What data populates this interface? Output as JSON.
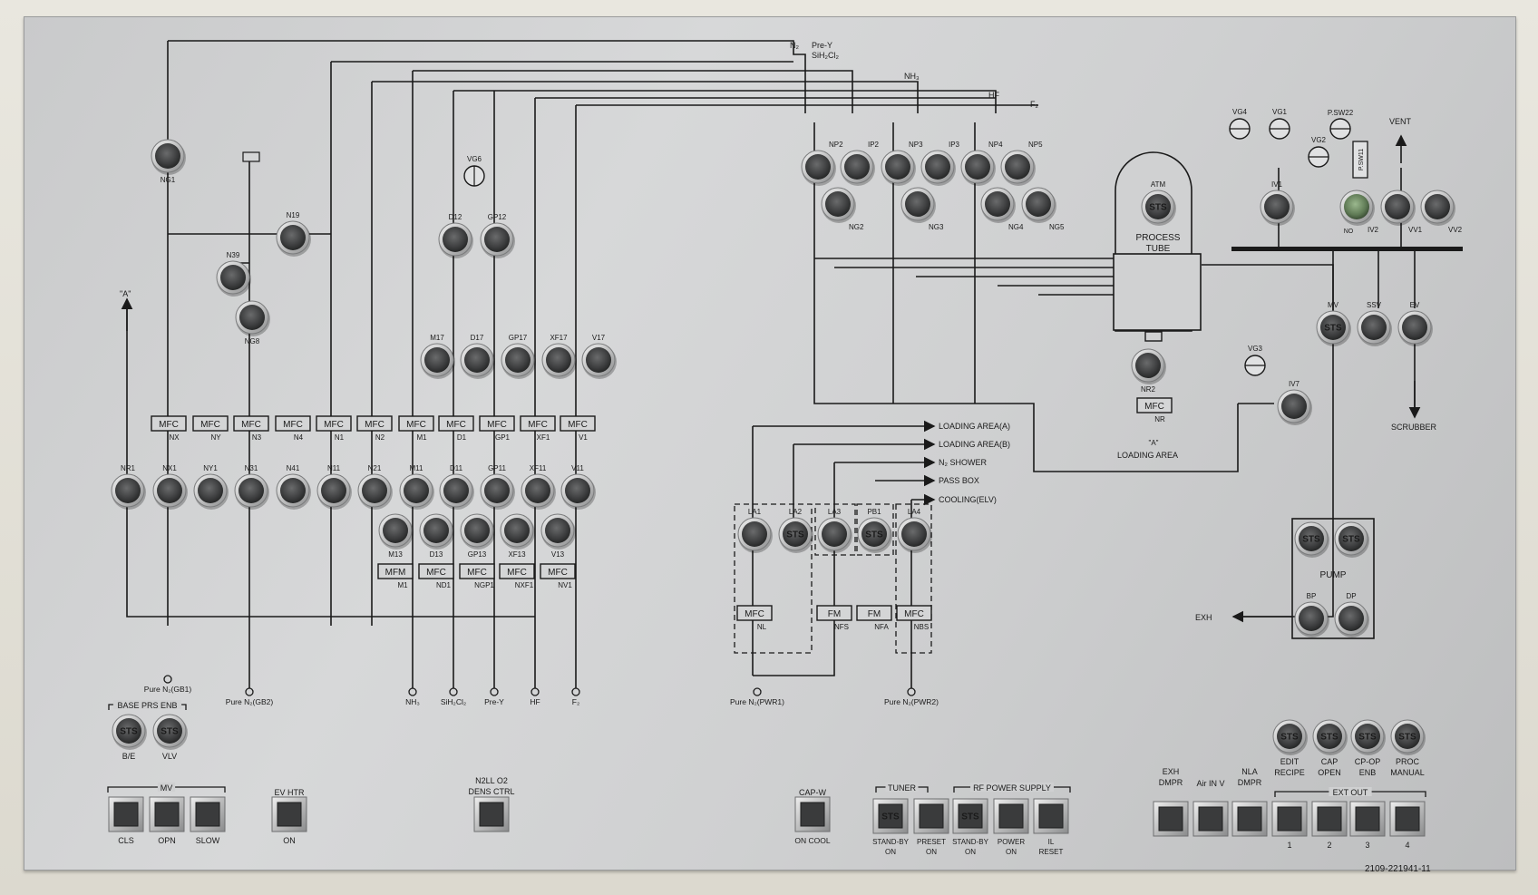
{
  "panel": {
    "serial": "2109-221941-11"
  },
  "lines": {
    "n2": "N₂",
    "prey": "Pre-Y",
    "sih2cl2": "SiH₂Cl₂",
    "nh3": "NH₃",
    "hf": "HF",
    "f2": "F₂",
    "a_arrow": "\"A\"",
    "vent": "VENT",
    "scrubber": "SCRUBBER",
    "exh": "EXH"
  },
  "valves": [
    {
      "id": "NG1",
      "sts": false
    },
    {
      "id": "N19",
      "sts": false
    },
    {
      "id": "N39",
      "sts": false
    },
    {
      "id": "NG8",
      "sts": false
    },
    {
      "id": "D12",
      "sts": false
    },
    {
      "id": "GP12",
      "sts": false
    },
    {
      "id": "M17",
      "sts": false
    },
    {
      "id": "D17",
      "sts": false
    },
    {
      "id": "GP17",
      "sts": false
    },
    {
      "id": "XF17",
      "sts": false
    },
    {
      "id": "V17",
      "sts": false
    },
    {
      "id": "NR1",
      "sts": false
    },
    {
      "id": "NX1",
      "sts": false
    },
    {
      "id": "NY1",
      "sts": false
    },
    {
      "id": "N31",
      "sts": false
    },
    {
      "id": "N41",
      "sts": false
    },
    {
      "id": "N11",
      "sts": false
    },
    {
      "id": "N21",
      "sts": false
    },
    {
      "id": "M11",
      "sts": false
    },
    {
      "id": "D11",
      "sts": false
    },
    {
      "id": "GP11",
      "sts": false
    },
    {
      "id": "XF11",
      "sts": false
    },
    {
      "id": "V11",
      "sts": false
    },
    {
      "id": "M13",
      "sts": false
    },
    {
      "id": "D13",
      "sts": false
    },
    {
      "id": "GP13",
      "sts": false
    },
    {
      "id": "XF13",
      "sts": false
    },
    {
      "id": "V13",
      "sts": false
    },
    {
      "id": "NP2",
      "sts": false
    },
    {
      "id": "IP2",
      "sts": false
    },
    {
      "id": "NP3",
      "sts": false
    },
    {
      "id": "IP3",
      "sts": false
    },
    {
      "id": "NP4",
      "sts": false
    },
    {
      "id": "NP5",
      "sts": false
    },
    {
      "id": "NG2",
      "sts": false
    },
    {
      "id": "NG3",
      "sts": false
    },
    {
      "id": "NG4",
      "sts": false
    },
    {
      "id": "NG5",
      "sts": false
    },
    {
      "id": "ATM",
      "sts": true
    },
    {
      "id": "NR2",
      "sts": false
    },
    {
      "id": "IV1",
      "sts": false
    },
    {
      "id": "IV2",
      "sts": false
    },
    {
      "id": "VV1",
      "sts": false
    },
    {
      "id": "VV2",
      "sts": false
    },
    {
      "id": "MV",
      "sts": true
    },
    {
      "id": "SSV",
      "sts": false
    },
    {
      "id": "EV",
      "sts": false
    },
    {
      "id": "IV7",
      "sts": false
    },
    {
      "id": "LA1",
      "sts": false
    },
    {
      "id": "LA2",
      "sts": true
    },
    {
      "id": "LA3",
      "sts": false
    },
    {
      "id": "PB1",
      "sts": true
    },
    {
      "id": "LA4",
      "sts": false
    },
    {
      "id": "PUMP1",
      "sts": true
    },
    {
      "id": "PUMP2",
      "sts": true
    },
    {
      "id": "BP",
      "sts": false
    },
    {
      "id": "DP",
      "sts": false
    }
  ],
  "mfcs": [
    {
      "label": "MFC",
      "name": "NX"
    },
    {
      "label": "MFC",
      "name": "NY"
    },
    {
      "label": "MFC",
      "name": "N3"
    },
    {
      "label": "MFC",
      "name": "N4"
    },
    {
      "label": "MFC",
      "name": "N1"
    },
    {
      "label": "MFC",
      "name": "N2"
    },
    {
      "label": "MFC",
      "name": "M1"
    },
    {
      "label": "MFC",
      "name": "D1"
    },
    {
      "label": "MFC",
      "name": "GP1"
    },
    {
      "label": "MFC",
      "name": "XF1"
    },
    {
      "label": "MFC",
      "name": "V1"
    },
    {
      "label": "MFM",
      "name": "M1"
    },
    {
      "label": "MFC",
      "name": "ND1"
    },
    {
      "label": "MFC",
      "name": "NGP1"
    },
    {
      "label": "MFC",
      "name": "NXF1"
    },
    {
      "label": "MFC",
      "name": "NV1"
    },
    {
      "label": "MFC",
      "name": "NR"
    },
    {
      "label": "MFC",
      "name": "NL"
    },
    {
      "label": "FM",
      "name": "NFS"
    },
    {
      "label": "FM",
      "name": "NFA"
    },
    {
      "label": "MFC",
      "name": "NBS"
    }
  ],
  "gauges": [
    "VG6",
    "VG4",
    "VG1",
    "VG2",
    "VG3"
  ],
  "psw": [
    "P.SW22",
    "P.SW11"
  ],
  "vent_sub": [
    "NO"
  ],
  "process_tube": {
    "title": "PROCESS",
    "subtitle": "TUBE"
  },
  "loading_area": "LOADING AREA",
  "pump_label": "PUMP",
  "destinations": [
    "LOADING AREA(A)",
    "LOADING AREA(B)",
    "N₂ SHOWER",
    "PASS BOX",
    "COOLING(ELV)"
  ],
  "sources": [
    "Pure N₂(GB1)",
    "Pure N₂(GB2)",
    "NH₃",
    "SiH₂Cl₂",
    "Pre-Y",
    "HF",
    "F₂",
    "Pure N₂(PWR1)",
    "Pure N₂(PWR2)"
  ],
  "base_prs": {
    "title": "BASE PRS ENB",
    "buttons": [
      {
        "sts": "STS",
        "label": "B/E"
      },
      {
        "sts": "STS",
        "label": "VLV"
      }
    ]
  },
  "top_right_buttons": [
    {
      "sts": "STS",
      "l1": "EDIT",
      "l2": "RECIPE"
    },
    {
      "sts": "STS",
      "l1": "CAP",
      "l2": "OPEN"
    },
    {
      "sts": "STS",
      "l1": "CP-OP",
      "l2": "ENB"
    },
    {
      "sts": "STS",
      "l1": "PROC",
      "l2": "MANUAL"
    }
  ],
  "mv_group": {
    "title": "MV",
    "buttons": [
      "CLS",
      "OPN",
      "SLOW"
    ]
  },
  "ev_htr": {
    "title": "EV HTR",
    "button": "ON"
  },
  "n2ll": {
    "l1": "N2LL O2",
    "l2": "DENS CTRL"
  },
  "capw": {
    "title": "CAP-W",
    "button": "ON COOL"
  },
  "tuner": {
    "title": "TUNER",
    "buttons": [
      {
        "sts": "STS",
        "l1": "STAND-BY",
        "l2": "ON"
      },
      {
        "sts": "",
        "l1": "PRESET",
        "l2": "ON"
      }
    ]
  },
  "rf": {
    "title": "RF POWER SUPPLY",
    "buttons": [
      {
        "sts": "STS",
        "l1": "STAND-BY",
        "l2": "ON"
      },
      {
        "sts": "",
        "l1": "POWER",
        "l2": "ON"
      },
      {
        "sts": "",
        "l1": "IL",
        "l2": "RESET"
      }
    ]
  },
  "exh_group": [
    {
      "l1": "EXH",
      "l2": "DMPR"
    },
    {
      "l1": "Air IN V",
      "l2": ""
    },
    {
      "l1": "NLA",
      "l2": "DMPR"
    }
  ],
  "ext_out": {
    "title": "EXT OUT",
    "buttons": [
      "1",
      "2",
      "3",
      "4"
    ]
  }
}
